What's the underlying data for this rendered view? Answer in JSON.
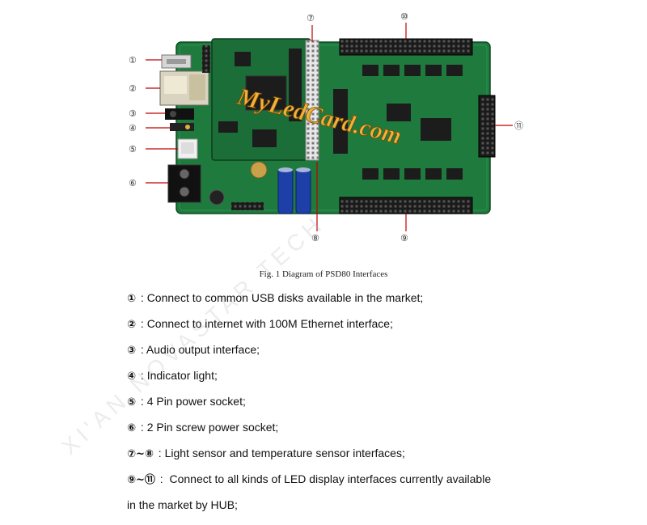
{
  "callouts": {
    "c1": "①",
    "c2": "②",
    "c3": "③",
    "c4": "④",
    "c5": "⑤",
    "c6": "⑥",
    "c7": "⑦",
    "c8": "⑧",
    "c9": "⑨",
    "c10": "⑩",
    "c11": "⑪"
  },
  "watermark": "MyLedCard.com",
  "diagonal_watermark": "XI'AN NOVASTAR TECH",
  "caption": "Fig. 1 Diagram of PSD80 Interfaces",
  "notes": [
    {
      "marker": "①",
      "sep": " : ",
      "text": "Connect to common USB disks available in the market;"
    },
    {
      "marker": "②",
      "sep": " : ",
      "text": "Connect to internet with 100M Ethernet interface;"
    },
    {
      "marker": "③",
      "sep": " : ",
      "text": "Audio output interface;"
    },
    {
      "marker": "④",
      "sep": " : ",
      "text": "Indicator light;"
    },
    {
      "marker": "⑤",
      "sep": " : ",
      "text": "4 Pin power socket;"
    },
    {
      "marker": "⑥",
      "sep": " : ",
      "text": "2 Pin screw power socket;"
    },
    {
      "marker": "⑦~⑧",
      "sep": " : ",
      "text": "Light sensor and temperature sensor interfaces;"
    },
    {
      "marker": "⑨~⑪",
      "sep": " :  ",
      "text": "Connect to all kinds of LED display interfaces currently available"
    }
  ],
  "notes_continuation": "in the market by HUB;",
  "colors": {
    "pcb": "#1f7a3e",
    "pcb_dark": "#145c2c",
    "chip": "#1c1c1c",
    "connector": "#111111",
    "capacitor": "#1d3fa8",
    "watermark_fill": "#f1b23b"
  }
}
